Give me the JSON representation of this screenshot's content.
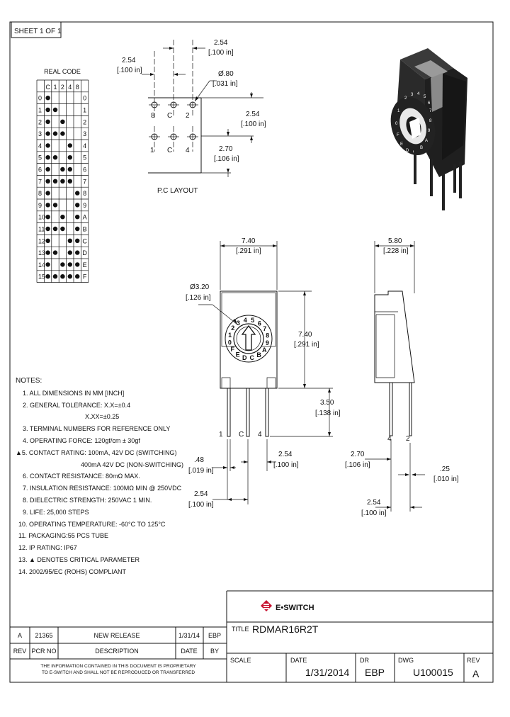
{
  "sheet": {
    "label": "SHEET 1 OF 1"
  },
  "real_code": {
    "title": "REAL CODE",
    "headers": [
      "C",
      "1",
      "2",
      "4",
      "8"
    ],
    "rows": [
      {
        "pos": "0",
        "dots": [
          1,
          0,
          0,
          0,
          0
        ],
        "code": "0"
      },
      {
        "pos": "1",
        "dots": [
          1,
          1,
          0,
          0,
          0
        ],
        "code": "1"
      },
      {
        "pos": "2",
        "dots": [
          1,
          0,
          1,
          0,
          0
        ],
        "code": "2"
      },
      {
        "pos": "3",
        "dots": [
          1,
          1,
          1,
          0,
          0
        ],
        "code": "3"
      },
      {
        "pos": "4",
        "dots": [
          1,
          0,
          0,
          1,
          0
        ],
        "code": "4"
      },
      {
        "pos": "5",
        "dots": [
          1,
          1,
          0,
          1,
          0
        ],
        "code": "5"
      },
      {
        "pos": "6",
        "dots": [
          1,
          0,
          1,
          1,
          0
        ],
        "code": "6"
      },
      {
        "pos": "7",
        "dots": [
          1,
          1,
          1,
          1,
          0
        ],
        "code": "7"
      },
      {
        "pos": "8",
        "dots": [
          1,
          0,
          0,
          0,
          1
        ],
        "code": "8"
      },
      {
        "pos": "9",
        "dots": [
          1,
          1,
          0,
          0,
          1
        ],
        "code": "9"
      },
      {
        "pos": "10",
        "dots": [
          1,
          0,
          1,
          0,
          1
        ],
        "code": "A"
      },
      {
        "pos": "11",
        "dots": [
          1,
          1,
          1,
          0,
          1
        ],
        "code": "B"
      },
      {
        "pos": "12",
        "dots": [
          1,
          0,
          0,
          1,
          1
        ],
        "code": "C"
      },
      {
        "pos": "13",
        "dots": [
          1,
          1,
          0,
          1,
          1
        ],
        "code": "D"
      },
      {
        "pos": "14",
        "dots": [
          1,
          0,
          1,
          1,
          1
        ],
        "code": "E"
      },
      {
        "pos": "15",
        "dots": [
          1,
          1,
          1,
          1,
          1
        ],
        "code": "F"
      }
    ]
  },
  "pc_layout": {
    "title": "P.C LAYOUT",
    "pin_labels_top": [
      "8",
      "C",
      "2"
    ],
    "pin_labels_bottom": [
      "1",
      "C",
      "4"
    ],
    "dims": {
      "d1": "2.54",
      "d1_in": "[.100 in]",
      "d2": "2.54",
      "d2_in": "[.100 in]",
      "hole": "Ø.80",
      "hole_in": "[.031 in]",
      "d3": "2.54",
      "d3_in": "[.100 in]",
      "d4": "2.70",
      "d4_in": "[.106 in]"
    }
  },
  "front_view": {
    "dial_numbers": [
      "0",
      "1",
      "2",
      "3",
      "4",
      "5",
      "6",
      "7",
      "8",
      "9",
      "A",
      "B",
      "C",
      "D",
      "E",
      "F"
    ],
    "pin_labels": [
      "1",
      "C",
      "4"
    ],
    "dims": {
      "width": "7.40",
      "width_in": "[.291 in]",
      "height": "7.40",
      "height_in": "[.291 in]",
      "knob": "Ø3.20",
      "knob_in": "[.126 in]",
      "pin_len": "3.50",
      "pin_len_in": "[.138 in]",
      "pitch": "2.54",
      "pitch_in": "[.100 in]",
      "pin_w": ".48",
      "pin_w_in": "[.019 in]",
      "pitch2": "2.54",
      "pitch2_in": "[.100 in]"
    }
  },
  "side_view": {
    "pin_labels": [
      "4",
      "2"
    ],
    "dims": {
      "depth": "5.80",
      "depth_in": "[.228 in]",
      "offset": "2.70",
      "offset_in": "[.106 in]",
      "pin_t": ".25",
      "pin_t_in": "[.010 in]",
      "pitch": "2.54",
      "pitch_in": "[.100 in]"
    }
  },
  "notes": {
    "title": "NOTES:",
    "items": [
      "1. ALL DIMENSIONS IN MM [INCH]",
      "2. GENERAL TOLERANCE: X.X=±0.4",
      "X.XX=±0.25",
      "3. TERMINAL NUMBERS FOR REFERENCE ONLY",
      "4. OPERATING FORCE: 120gf/cm ± 30gf",
      "▲5. CONTACT RATING: 100mA, 42V DC (SWITCHING)",
      "400mA 42V DC (NON-SWITCHING)",
      "6. CONTACT RESISTANCE: 80mΩ MAX.",
      "7. INSULATION RESISTANCE: 100MΩ MIN @ 250VDC",
      "8. DIELECTRIC STRENGTH: 250VAC 1 MIN.",
      "9. LIFE: 25,000 STEPS",
      "10. OPERATING TEMPERATURE: -60°C TO 125°C",
      "11. PACKAGING:55 PCS TUBE",
      "12. IP RATING: IP67",
      "13. ▲ DENOTES CRITICAL PARAMETER",
      "14. 2002/95/EC (ROHS) COMPLIANT"
    ]
  },
  "title_block": {
    "brand": "E•SWITCH",
    "title_label": "TITLE",
    "title": "RDMAR16R2T",
    "scale_label": "SCALE",
    "date_label": "DATE",
    "date": "1/31/2014",
    "dr_label": "DR",
    "dr": "EBP",
    "dwg_label": "DWG",
    "dwg": "U100015",
    "rev_label": "REV",
    "rev": "A"
  },
  "revision_table": {
    "headers": [
      "REV",
      "PCR NO",
      "DESCRIPTION",
      "DATE",
      "BY"
    ],
    "rows": [
      [
        "A",
        "21365",
        "NEW RELEASE",
        "1/31/14",
        "EBP"
      ]
    ],
    "disclaimer_1": "THE INFORMATION CONTAINED IN THIS DOCUMENT IS PROPRIETARY",
    "disclaimer_2": "TO E-SWITCH AND SHALL NOT BE REPRODUCED OR TRANSFERRED"
  }
}
